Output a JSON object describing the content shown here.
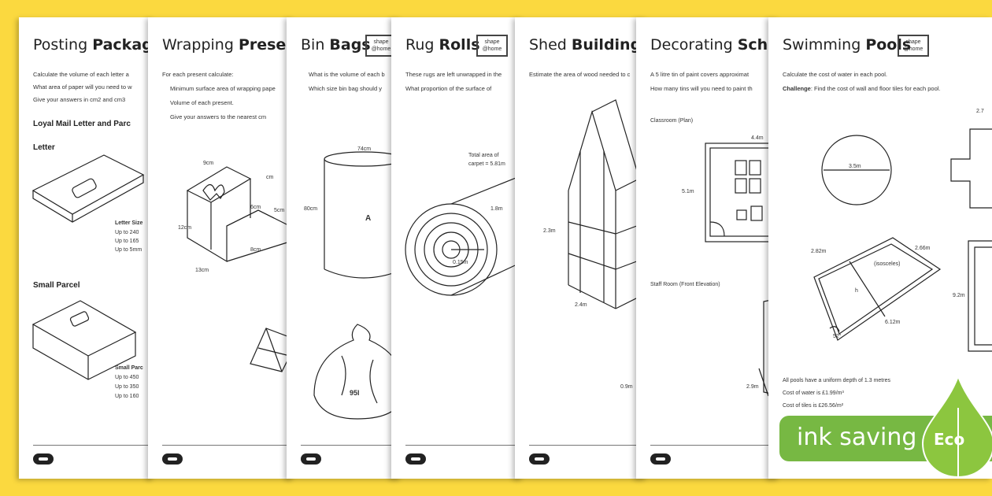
{
  "sheets": [
    {
      "title_plain": "Posting ",
      "title_bold": "Packages",
      "lines": [
        "Calculate the volume of each letter a",
        "What area of paper will you need to w",
        "Give your answers in cm2 and cm3"
      ],
      "subs": [
        "Loyal Mail Letter and Parc",
        "Letter",
        "Small Parcel"
      ],
      "labels": [
        "Letter Size",
        "Up to 240",
        "Up to 165",
        "Up to 5mm",
        "Small Parc",
        "Up to 450",
        "Up to 350",
        "Up to 160"
      ]
    },
    {
      "title_plain": "Wrapping ",
      "title_bold": "Presents",
      "lines": [
        "For each present calculate:",
        "Minimum surface area of wrapping pape",
        "Volume of each present.",
        "Give your answers to the nearest cm"
      ],
      "labels": [
        "9cm",
        "12cm",
        "13cm",
        "8cm",
        "5cm",
        "6cm",
        "cm"
      ]
    },
    {
      "title_plain": "Bin ",
      "title_bold": "Bags",
      "badge": "shape @home",
      "lines": [
        "What is the volume of each b",
        "Which size bin bag should y"
      ],
      "labels": [
        "74cm",
        "80cm",
        "A",
        "95l"
      ]
    },
    {
      "title_plain": "Rug ",
      "title_bold": "Rolls",
      "badge": "shape @home",
      "lines": [
        "These rugs are left unwrapped in the",
        "What proportion of the surface of"
      ],
      "labels": [
        "Total area of",
        "carpet = 5.81m",
        "1.8m",
        "0.15m"
      ]
    },
    {
      "title_plain": "Shed ",
      "title_bold": "Building",
      "lines": [
        "Estimate the area of wood needed to c"
      ],
      "labels": [
        "2.3m",
        "2.4m",
        "0.9m"
      ]
    },
    {
      "title_plain": "Decorating ",
      "title_bold": "School",
      "lines": [
        "A 5 litre tin of paint covers approximat",
        "How many tins will you need to paint th"
      ],
      "labels": [
        "Classroom (Plan)",
        "4.4m",
        "5.1m",
        "Staff Room (Front Elevation)",
        "2.9m"
      ]
    },
    {
      "title_plain": "Swimming ",
      "title_bold": "Pools",
      "badge": "shape @home",
      "lines": [
        "Calculate the cost of water in each pool."
      ],
      "challenge_label": "Challenge",
      "challenge_text": ": Find the cost of wall and floor tiles for each pool.",
      "labels": [
        "3.5m",
        "2.82m",
        "2.66m",
        "(isosceles)",
        "h",
        "6.12m",
        "52°",
        "9.2m",
        "2.7"
      ],
      "notes": [
        "All pools have a uniform depth of 1.3 metres",
        "Cost of water is £1.99/m³",
        "Cost of tiles is £26.56/m²"
      ]
    }
  ],
  "eco_badge": {
    "text": "ink saving",
    "drop_text": "Eco",
    "color": "#77b843"
  }
}
